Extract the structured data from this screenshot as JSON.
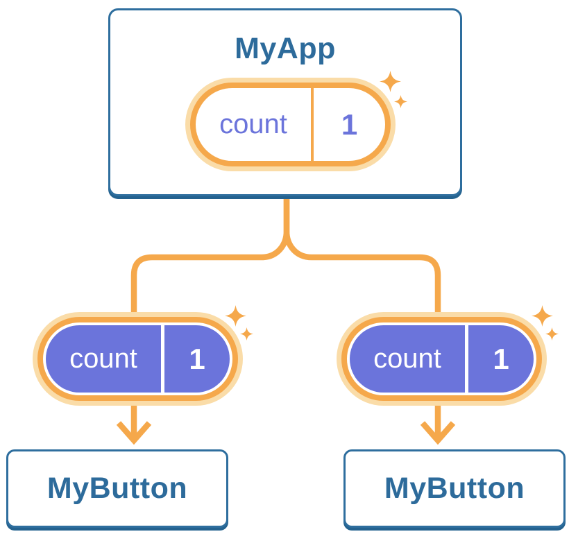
{
  "colors": {
    "card_border": "#2E6E9E",
    "card_shadow": "#24628F",
    "title_text": "#2D6B9B",
    "orange": "#F5A84B",
    "orange_halo": "#FADCA8",
    "purple": "#6B74DB",
    "bg": "#FFFFFF"
  },
  "tree": {
    "root": {
      "title": "MyApp",
      "state_name": "count",
      "state_value": "1"
    },
    "children": [
      {
        "title": "MyButton",
        "state_name": "count",
        "state_value": "1"
      },
      {
        "title": "MyButton",
        "state_name": "count",
        "state_value": "1"
      }
    ]
  }
}
